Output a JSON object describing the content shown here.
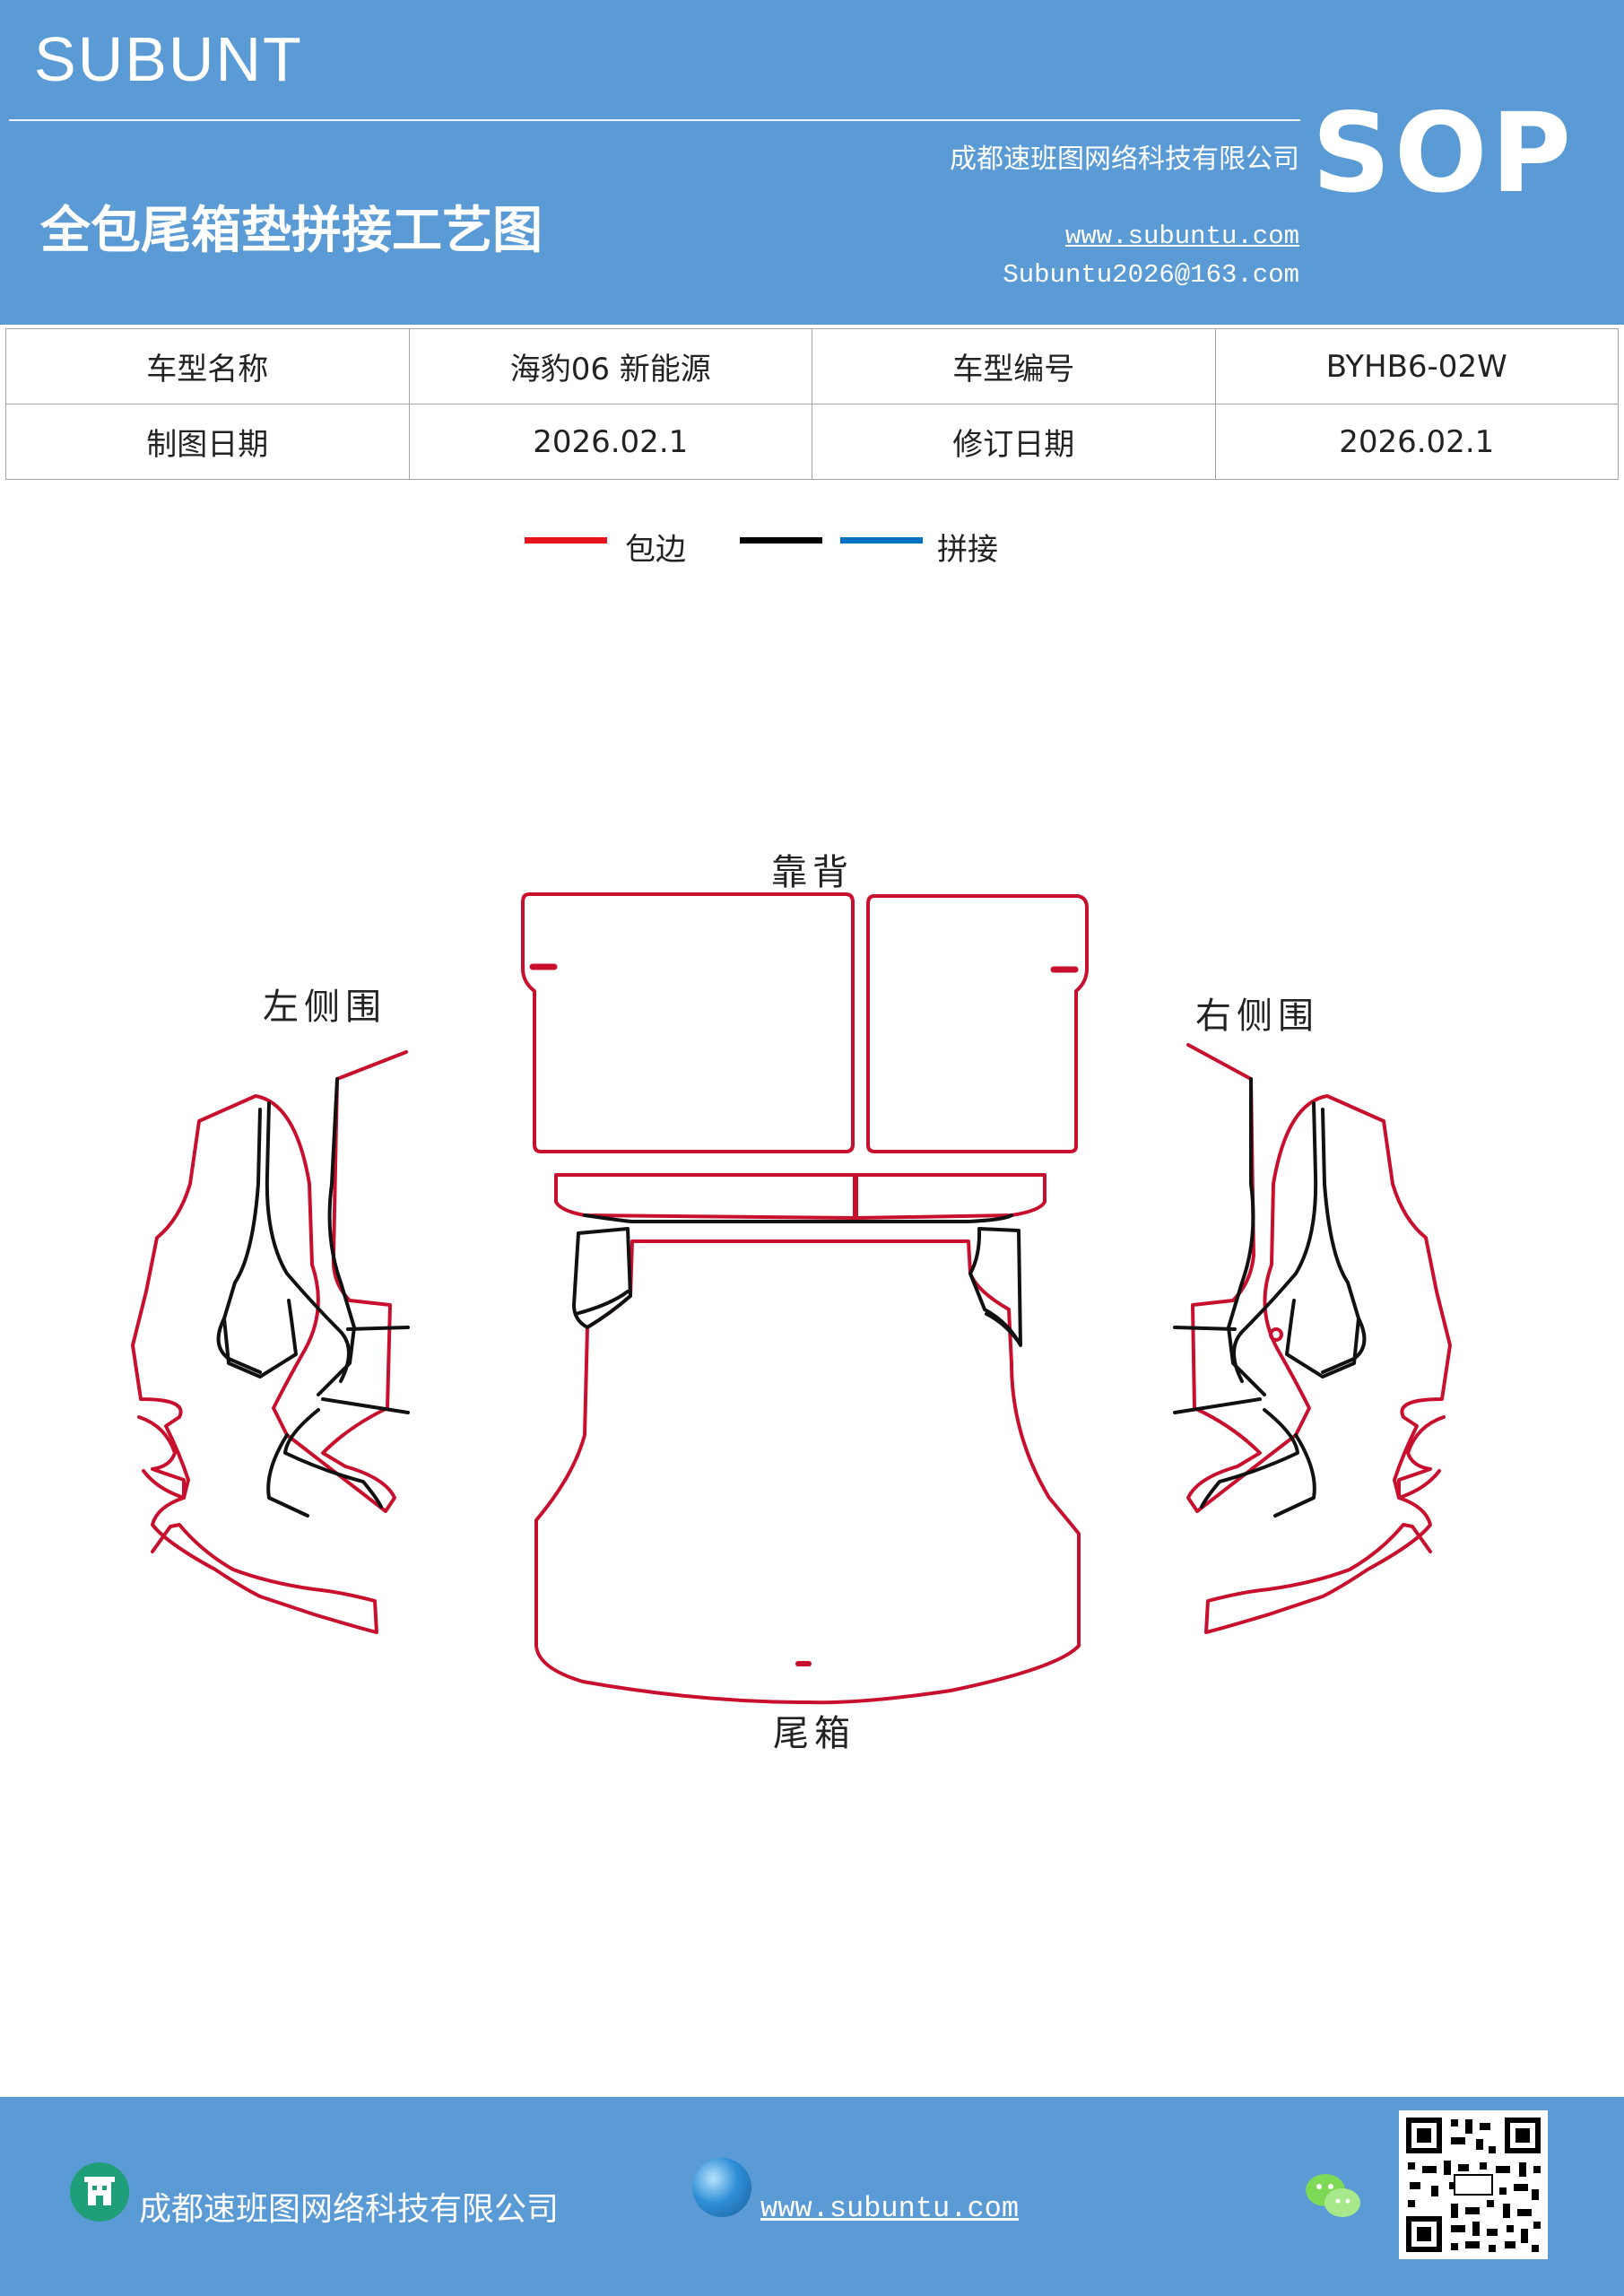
{
  "header": {
    "brand": "SUBUNT",
    "company": "成都速班图网络科技有限公司",
    "title": "全包尾箱垫拼接工艺图",
    "website": "www.subuntu.com",
    "email": "Subuntu2026@163.com",
    "badge": "SOP",
    "band_color": "#5b9bd5"
  },
  "info_table": {
    "rows": [
      {
        "label1": "车型名称",
        "value1": "海豹06 新能源",
        "label2": "车型编号",
        "value2": "BYHB6-02W"
      },
      {
        "label1": "制图日期",
        "value1": "2026.02.1",
        "label2": "修订日期",
        "value2": "2026.02.1"
      }
    ]
  },
  "legend": {
    "items": [
      {
        "label": "包边",
        "colors": [
          "#e8141c"
        ]
      },
      {
        "label": "拼接",
        "colors": [
          "#000000",
          "#0070c0"
        ]
      }
    ]
  },
  "diagram": {
    "labels": {
      "backrest": "靠背",
      "left_side": "左侧围",
      "right_side": "右侧围",
      "trunk": "尾箱"
    },
    "edge_color": "#c8102e",
    "seam_color": "#111111"
  },
  "footer": {
    "company": "成都速班图网络科技有限公司",
    "website": "www.subuntu.com",
    "icons": [
      "building-icon",
      "globe-icon",
      "wechat-icon",
      "qr-code"
    ]
  }
}
